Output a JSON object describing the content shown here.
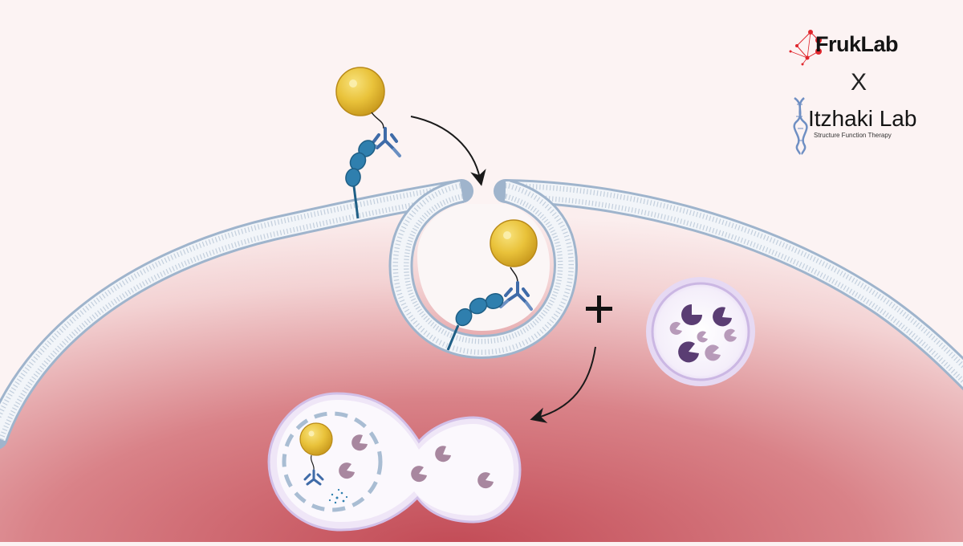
{
  "logos": {
    "lab1": "FrukLab",
    "separator": "X",
    "lab2": "Itzhaki Lab",
    "lab2_tagline": "Structure Function Therapy"
  },
  "colors": {
    "background": "#fcf3f3",
    "cytoplasm": "#c9535c",
    "membrane": "#9fb4cc",
    "nanoparticle": "#e8c23c",
    "receptor": "#2f7fae",
    "enzyme_dark": "#5a3d73",
    "enzyme_light": "#b79ab9",
    "lysosome": "#dcc9ec",
    "logo_red": "#e0262d"
  },
  "icons": {
    "nanoparticle": "gold-nanoparticle-icon",
    "antibody": "antibody-icon",
    "receptor": "receptor-icon",
    "plus": "plus-icon",
    "arrow": "curved-arrow-icon",
    "enzyme": "pacman-enzyme-icon",
    "network_logo": "network-logo-icon",
    "dna_logo": "dna-helix-icon"
  }
}
